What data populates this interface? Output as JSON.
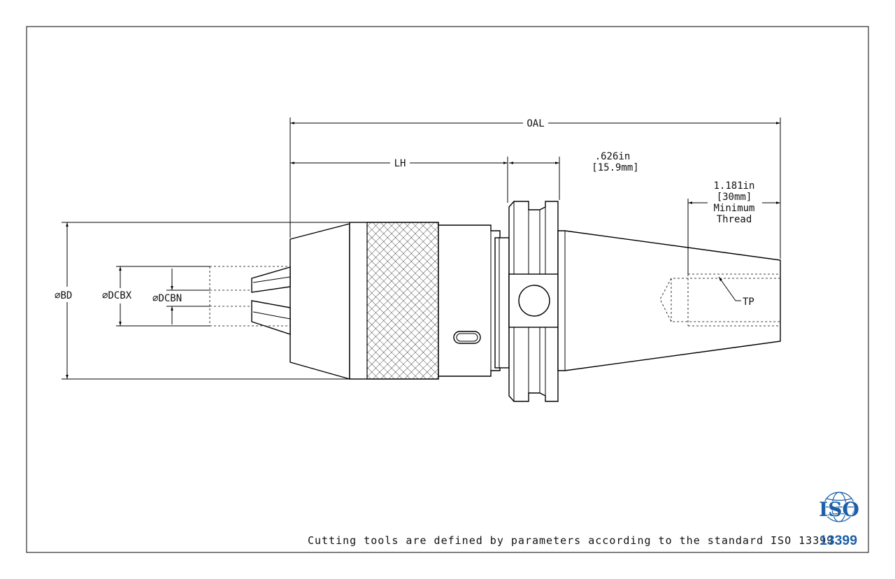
{
  "labels": {
    "oal": "OAL",
    "lh": "LH",
    "flange_in": ".626in",
    "flange_mm": "[15.9mm]",
    "thread_in": "1.181in",
    "thread_mm": "[30mm]",
    "thread_min": "Minimum",
    "thread_word": "Thread",
    "tp": "TP",
    "bd": "BD",
    "dcbx": "DCBX",
    "dcbn": "DCBN",
    "diameter_symbol": "⌀"
  },
  "footer": {
    "text": "Cutting tools are defined by parameters according to the standard ISO 13399"
  },
  "iso_logo": {
    "top": "ISO",
    "bottom": "13399",
    "color": "#1b5fa8"
  }
}
